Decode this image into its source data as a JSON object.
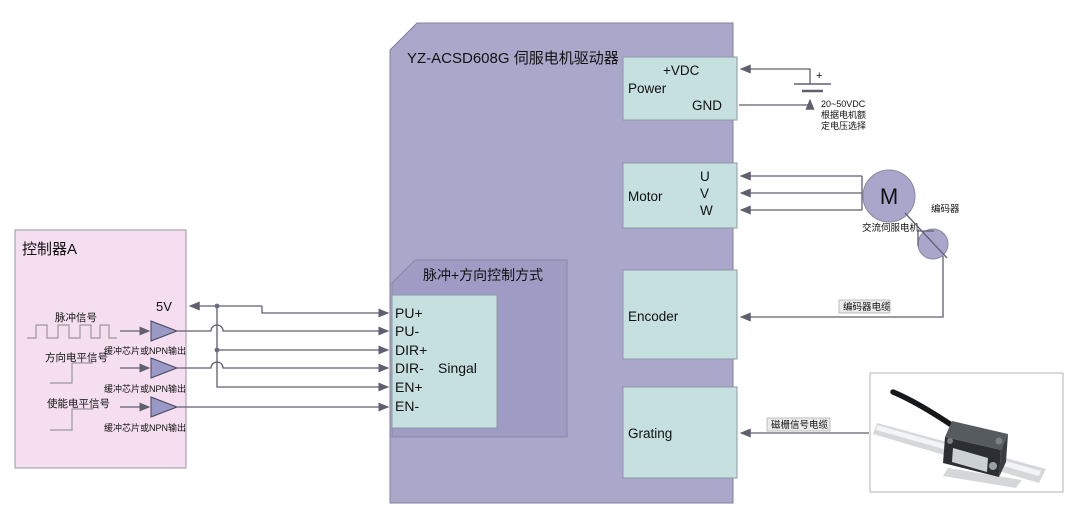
{
  "driver": {
    "title": "YZ-ACSD608G 伺服电机驱动器",
    "control_mode": {
      "title": "脉冲+方向控制方式",
      "signal_label": "Singal",
      "pins": [
        "PU+",
        "PU-",
        "DIR+",
        "DIR-",
        "EN+",
        "EN-"
      ]
    },
    "power_port": {
      "label": "Power",
      "vdc": "+VDC",
      "gnd": "GND"
    },
    "motor_port": {
      "label": "Motor",
      "u": "U",
      "v": "V",
      "w": "W"
    },
    "encoder_port": {
      "label": "Encoder"
    },
    "grating_port": {
      "label": "Grating"
    }
  },
  "controller": {
    "title": "控制器A",
    "voltage": "5V",
    "signals": [
      {
        "label": "脉冲信号",
        "note": "缓冲芯片或NPN输出"
      },
      {
        "label": "方向电平信号",
        "note": "缓冲芯片或NPN输出"
      },
      {
        "label": "使能电平信号",
        "note": "缓冲芯片或NPN输出"
      }
    ]
  },
  "supply": {
    "plus": "+",
    "volts": "20~50VDC",
    "note_line1": "根据电机额",
    "note_line2": "定电压选择"
  },
  "motor": {
    "symbol": "M",
    "label": "交流伺服电机"
  },
  "encoder": {
    "label": "编码器"
  },
  "cables": {
    "encoder": "编码器电缆",
    "grating": "磁栅信号电缆"
  },
  "colors": {
    "driver_box": "#aaa7cb",
    "mode_box": "#9e9bc5",
    "port_box": "#c6dfdf",
    "controller_box": "#f4def0",
    "wire": "#5f5f70"
  }
}
